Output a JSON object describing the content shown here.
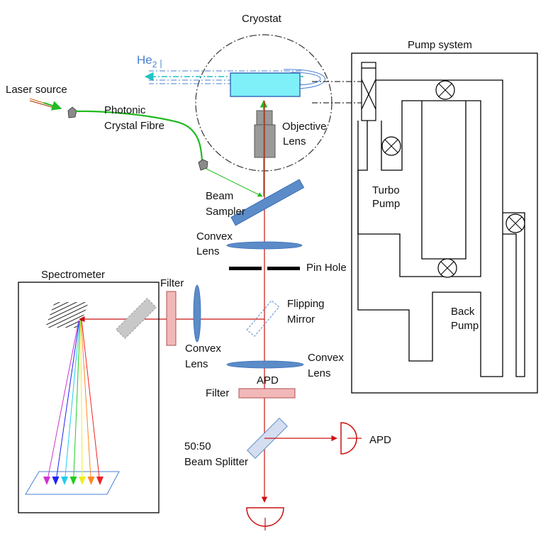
{
  "labels": {
    "cryostat": "Cryostat",
    "pump_system": "Pump system",
    "helium": "He",
    "helium_sub": "2",
    "laser_source": "Laser source",
    "photonic_fibre_1": "Photonic",
    "photonic_fibre_2": "Crystal Fibre",
    "objective_1": "Objective",
    "objective_2": "Lens",
    "beam_sampler_1": "Beam",
    "beam_sampler_2": "Sampler",
    "convex_lens_top_1": "Convex",
    "convex_lens_top_2": "Lens",
    "pin_hole": "Pin Hole",
    "spectrometer": "Spectrometer",
    "filter_left": "Filter",
    "flipping_mirror_1": "Flipping",
    "flipping_mirror_2": "Mirror",
    "convex_lens_left_1": "Convex",
    "convex_lens_left_2": "Lens",
    "convex_lens_bottom_1": "Convex",
    "convex_lens_bottom_2": "Lens",
    "apd_top": "APD",
    "filter_bottom": "Filter",
    "beam_splitter_1": "50:50",
    "beam_splitter_2": "Beam Splitter",
    "apd_right": "APD",
    "turbo_pump_1": "Turbo",
    "turbo_pump_2": "Pump",
    "back_pump_1": "Back",
    "back_pump_2": "Pump"
  },
  "colors": {
    "laser_green": "#22bb22",
    "emission_red": "#cc1111",
    "helium_blue": "#4a7fd6",
    "helium_flow": "#1fc4c4",
    "sample_cyan": "#7ff0f8",
    "optic_blue": "#5b8cc8",
    "filter_pink": "#f2b8b8",
    "objective_gray": "#9a9a9a"
  },
  "spectrum_colors": [
    "#cc33cc",
    "#2222ee",
    "#22ccee",
    "#22cc22",
    "#eeee22",
    "#ff8822",
    "#ee2222"
  ]
}
